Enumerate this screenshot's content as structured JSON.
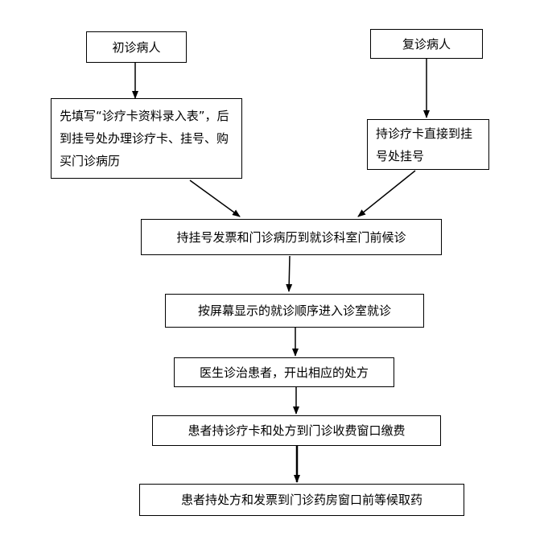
{
  "nodes": {
    "first_visit": "初诊病人",
    "return_visit": "复诊病人",
    "first_visit_steps": "先填写“诊疗卡资料录入表”，后到挂号处办理诊疗卡、挂号、购买门诊病历",
    "return_visit_steps": "持诊疗卡直接到挂号处挂号",
    "wait_department": "持挂号发票和门诊病历到就诊科室门前候诊",
    "enter_room": "按屏幕显示的就诊顺序进入诊室就诊",
    "doctor_treat": "医生诊治患者，开出相应的处方",
    "pay_fee": "患者持诊疗卡和处方到门诊收费窗口缴费",
    "get_medicine": "患者持处方和发票到门诊药房窗口前等候取药"
  },
  "colors": {
    "stroke": "#000000",
    "fill": "#ffffff"
  }
}
